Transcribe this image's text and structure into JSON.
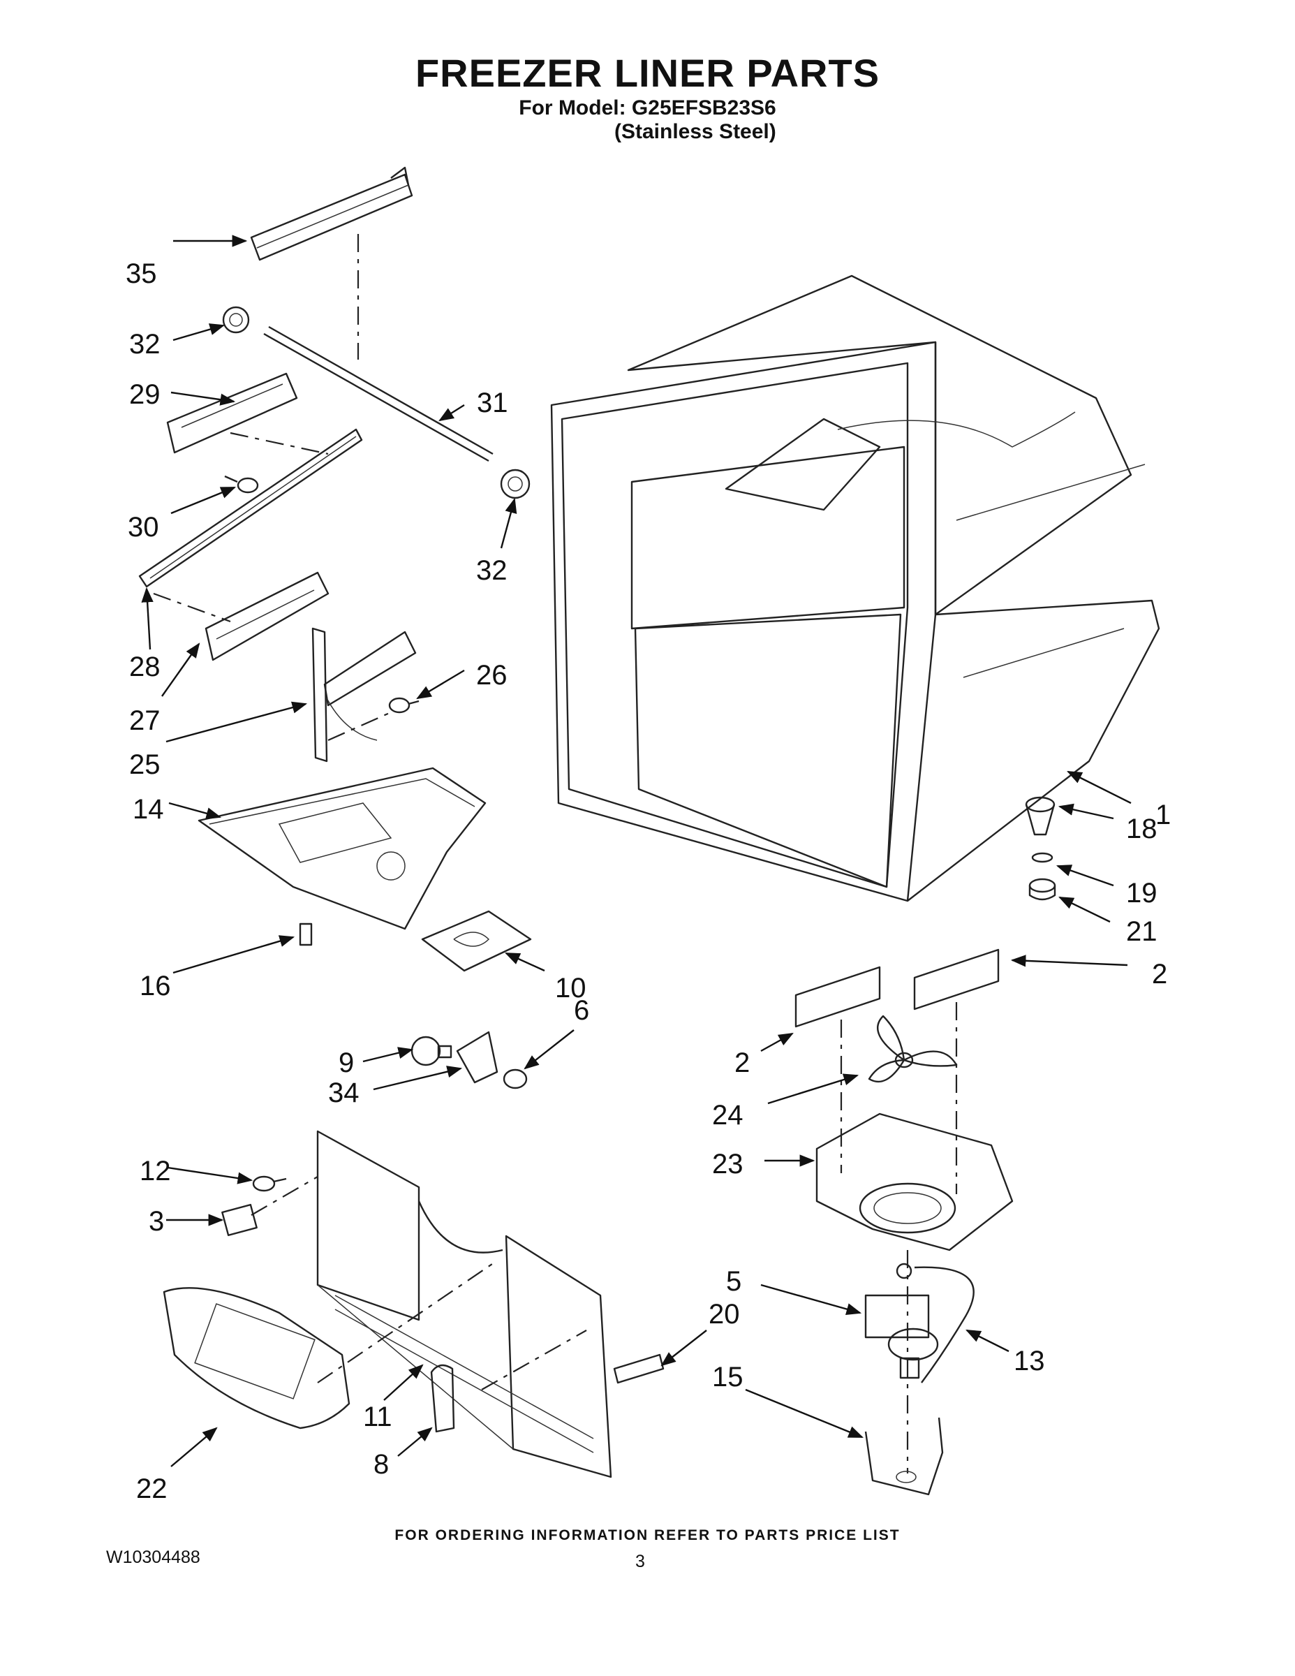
{
  "header": {
    "title": "FREEZER LINER PARTS",
    "model_line": "For Model: G25EFSB23S6",
    "finish_line": "(Stainless Steel)"
  },
  "callouts": [
    "35",
    "32",
    "29",
    "31",
    "30",
    "32",
    "28",
    "27",
    "26",
    "25",
    "1",
    "14",
    "18",
    "19",
    "21",
    "16",
    "10",
    "2",
    "2",
    "6",
    "9",
    "34",
    "24",
    "23",
    "12",
    "3",
    "5",
    "20",
    "13",
    "11",
    "15",
    "22",
    "8"
  ],
  "footer": {
    "ordering_note": "FOR ORDERING INFORMATION REFER TO PARTS PRICE LIST",
    "document_number": "W10304488",
    "page_number": "3"
  }
}
